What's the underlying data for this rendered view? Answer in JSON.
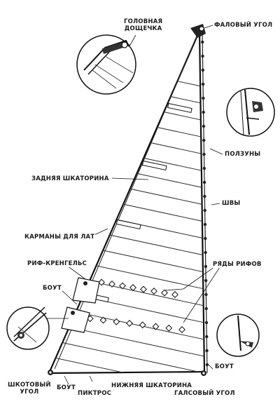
{
  "diagram": {
    "labels": {
      "headboard_line1": "ГОЛОВНАЯ",
      "headboard_line2": "ДОЩЕЧКА",
      "head_corner": "ФАЛОВЫЙ УГОЛ",
      "slides": "ПОЛЗУНЫ",
      "leech": "ЗАДНЯЯ ШКАТОРИНА",
      "seams": "ШВЫ",
      "batten_pockets": "КАРМАНЫ ДЛЯ ЛАТ",
      "reef_cringle": "РИФ-КРЕНГЕЛЬС",
      "reef_rows": "РЯДЫ РИФОВ",
      "bout_left": "БОУТ",
      "bout_right": "БОУТ",
      "clew_line1": "ШКОТОВЫЙ",
      "clew_line2": "УГОЛ",
      "bout_bottom": "БОУТ",
      "boltrope": "ПИКТРОС",
      "foot": "НИЖНЯЯ ШКАТОРИНА",
      "tack": "ГАЛСОВЫЙ УГОЛ"
    }
  }
}
